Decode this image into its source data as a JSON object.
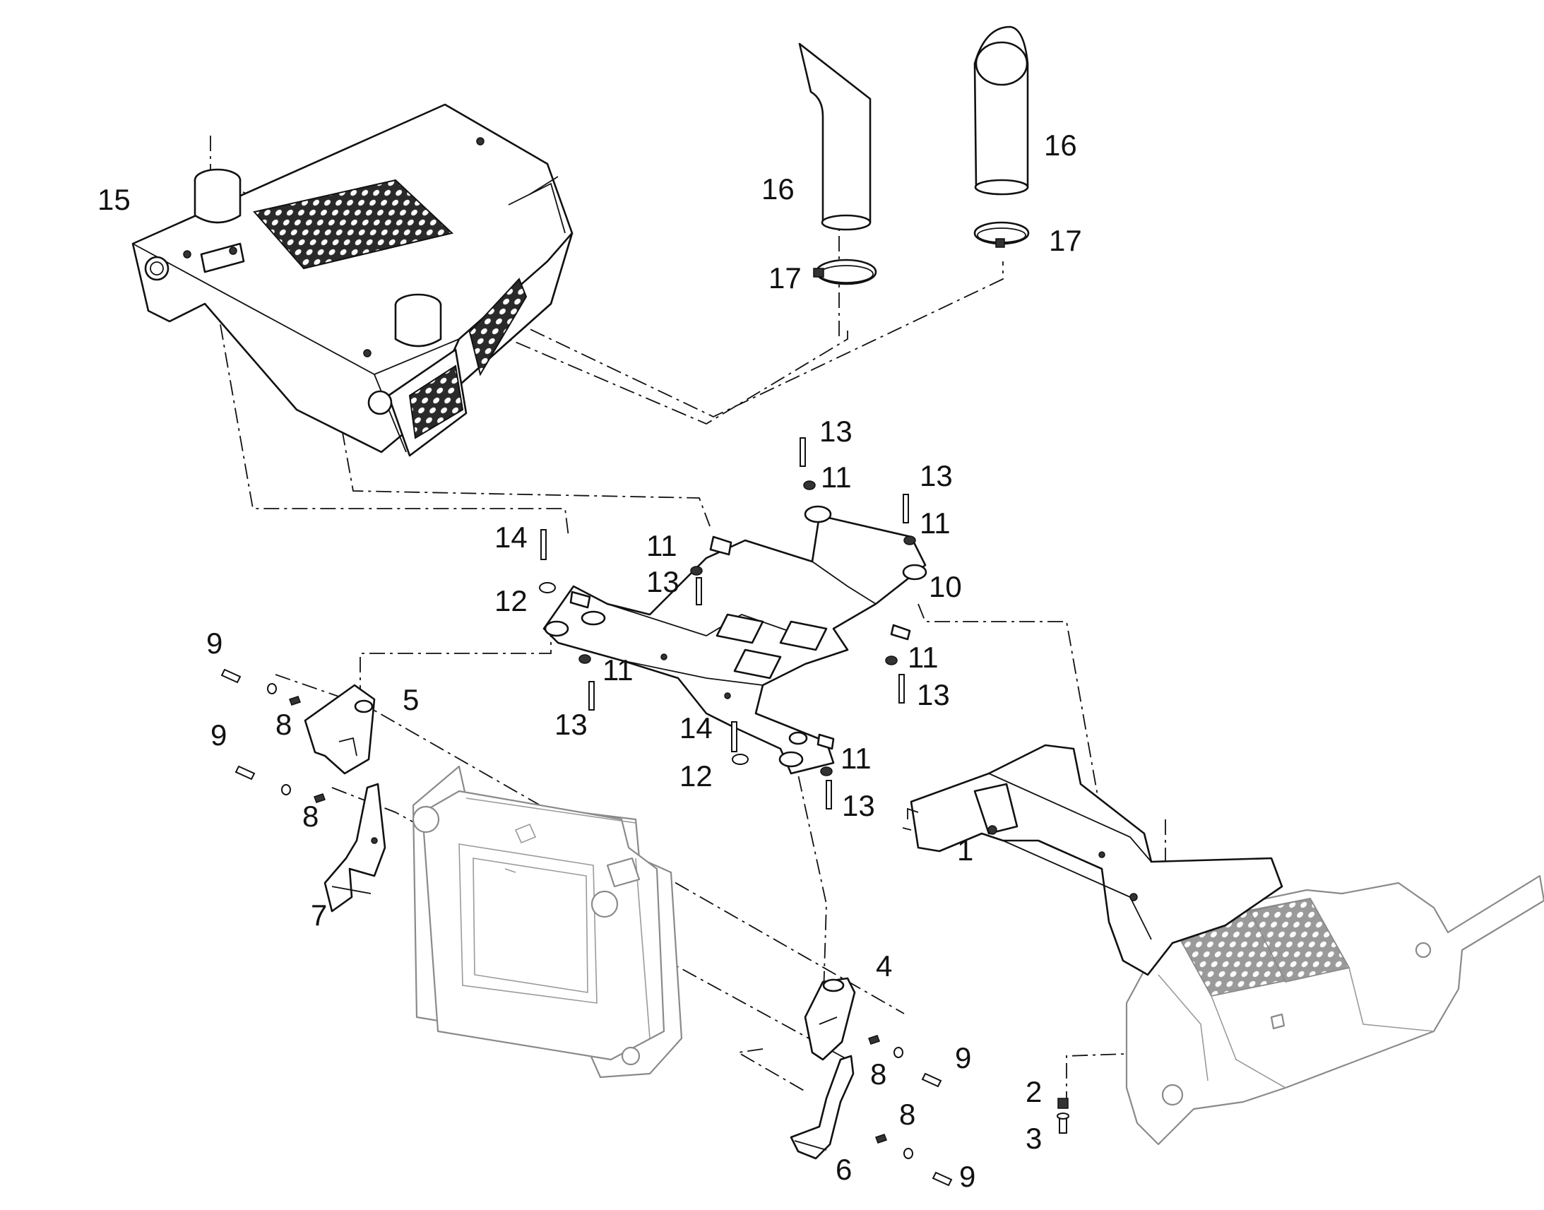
{
  "callouts": [
    {
      "id": "c1",
      "text": "1"
    },
    {
      "id": "c2",
      "text": "2"
    },
    {
      "id": "c3",
      "text": "3"
    },
    {
      "id": "c4",
      "text": "4"
    },
    {
      "id": "c5",
      "text": "5"
    },
    {
      "id": "c6",
      "text": "6"
    },
    {
      "id": "c7",
      "text": "7"
    },
    {
      "id": "c8a",
      "text": "8"
    },
    {
      "id": "c8b",
      "text": "8"
    },
    {
      "id": "c8c",
      "text": "8"
    },
    {
      "id": "c8d",
      "text": "8"
    },
    {
      "id": "c9a",
      "text": "9"
    },
    {
      "id": "c9b",
      "text": "9"
    },
    {
      "id": "c9c",
      "text": "9"
    },
    {
      "id": "c9d",
      "text": "9"
    },
    {
      "id": "c10",
      "text": "10"
    },
    {
      "id": "c11a",
      "text": "11"
    },
    {
      "id": "c11b",
      "text": "11"
    },
    {
      "id": "c11c",
      "text": "11"
    },
    {
      "id": "c11d",
      "text": "11"
    },
    {
      "id": "c11e",
      "text": "11"
    },
    {
      "id": "c11f",
      "text": "11"
    },
    {
      "id": "c12a",
      "text": "12"
    },
    {
      "id": "c12b",
      "text": "12"
    },
    {
      "id": "c13a",
      "text": "13"
    },
    {
      "id": "c13b",
      "text": "13"
    },
    {
      "id": "c13c",
      "text": "13"
    },
    {
      "id": "c13d",
      "text": "13"
    },
    {
      "id": "c13e",
      "text": "13"
    },
    {
      "id": "c13f",
      "text": "13"
    },
    {
      "id": "c14a",
      "text": "14"
    },
    {
      "id": "c14b",
      "text": "14"
    },
    {
      "id": "c15",
      "text": "15"
    },
    {
      "id": "c16a",
      "text": "16"
    },
    {
      "id": "c16b",
      "text": "16"
    },
    {
      "id": "c17a",
      "text": "17"
    },
    {
      "id": "c17b",
      "text": "17"
    }
  ]
}
